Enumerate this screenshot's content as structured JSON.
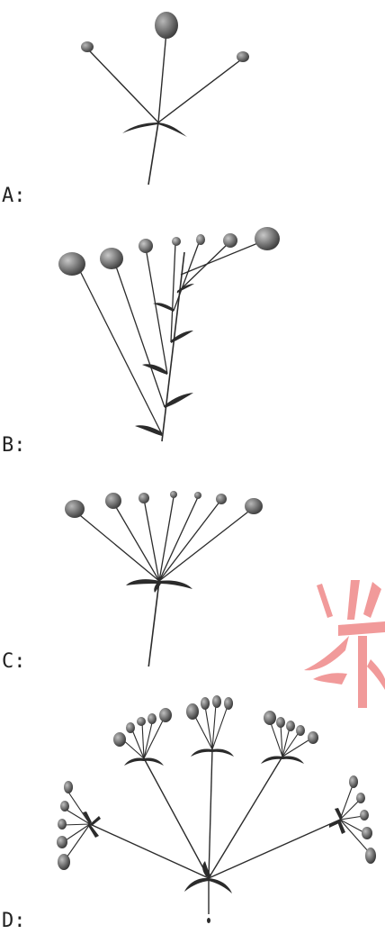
{
  "options": [
    {
      "key": "A",
      "label": "A:"
    },
    {
      "key": "B",
      "label": "B:"
    },
    {
      "key": "C",
      "label": "C:"
    },
    {
      "key": "D",
      "label": "D:"
    }
  ],
  "colors": {
    "stem": "#2b2b2b",
    "flower_dark": "#4a4a4a",
    "flower_light": "#9a9a9a",
    "watermark": "#f19a9a"
  },
  "icons": {
    "watermark": "watermark-stamp-icon"
  }
}
